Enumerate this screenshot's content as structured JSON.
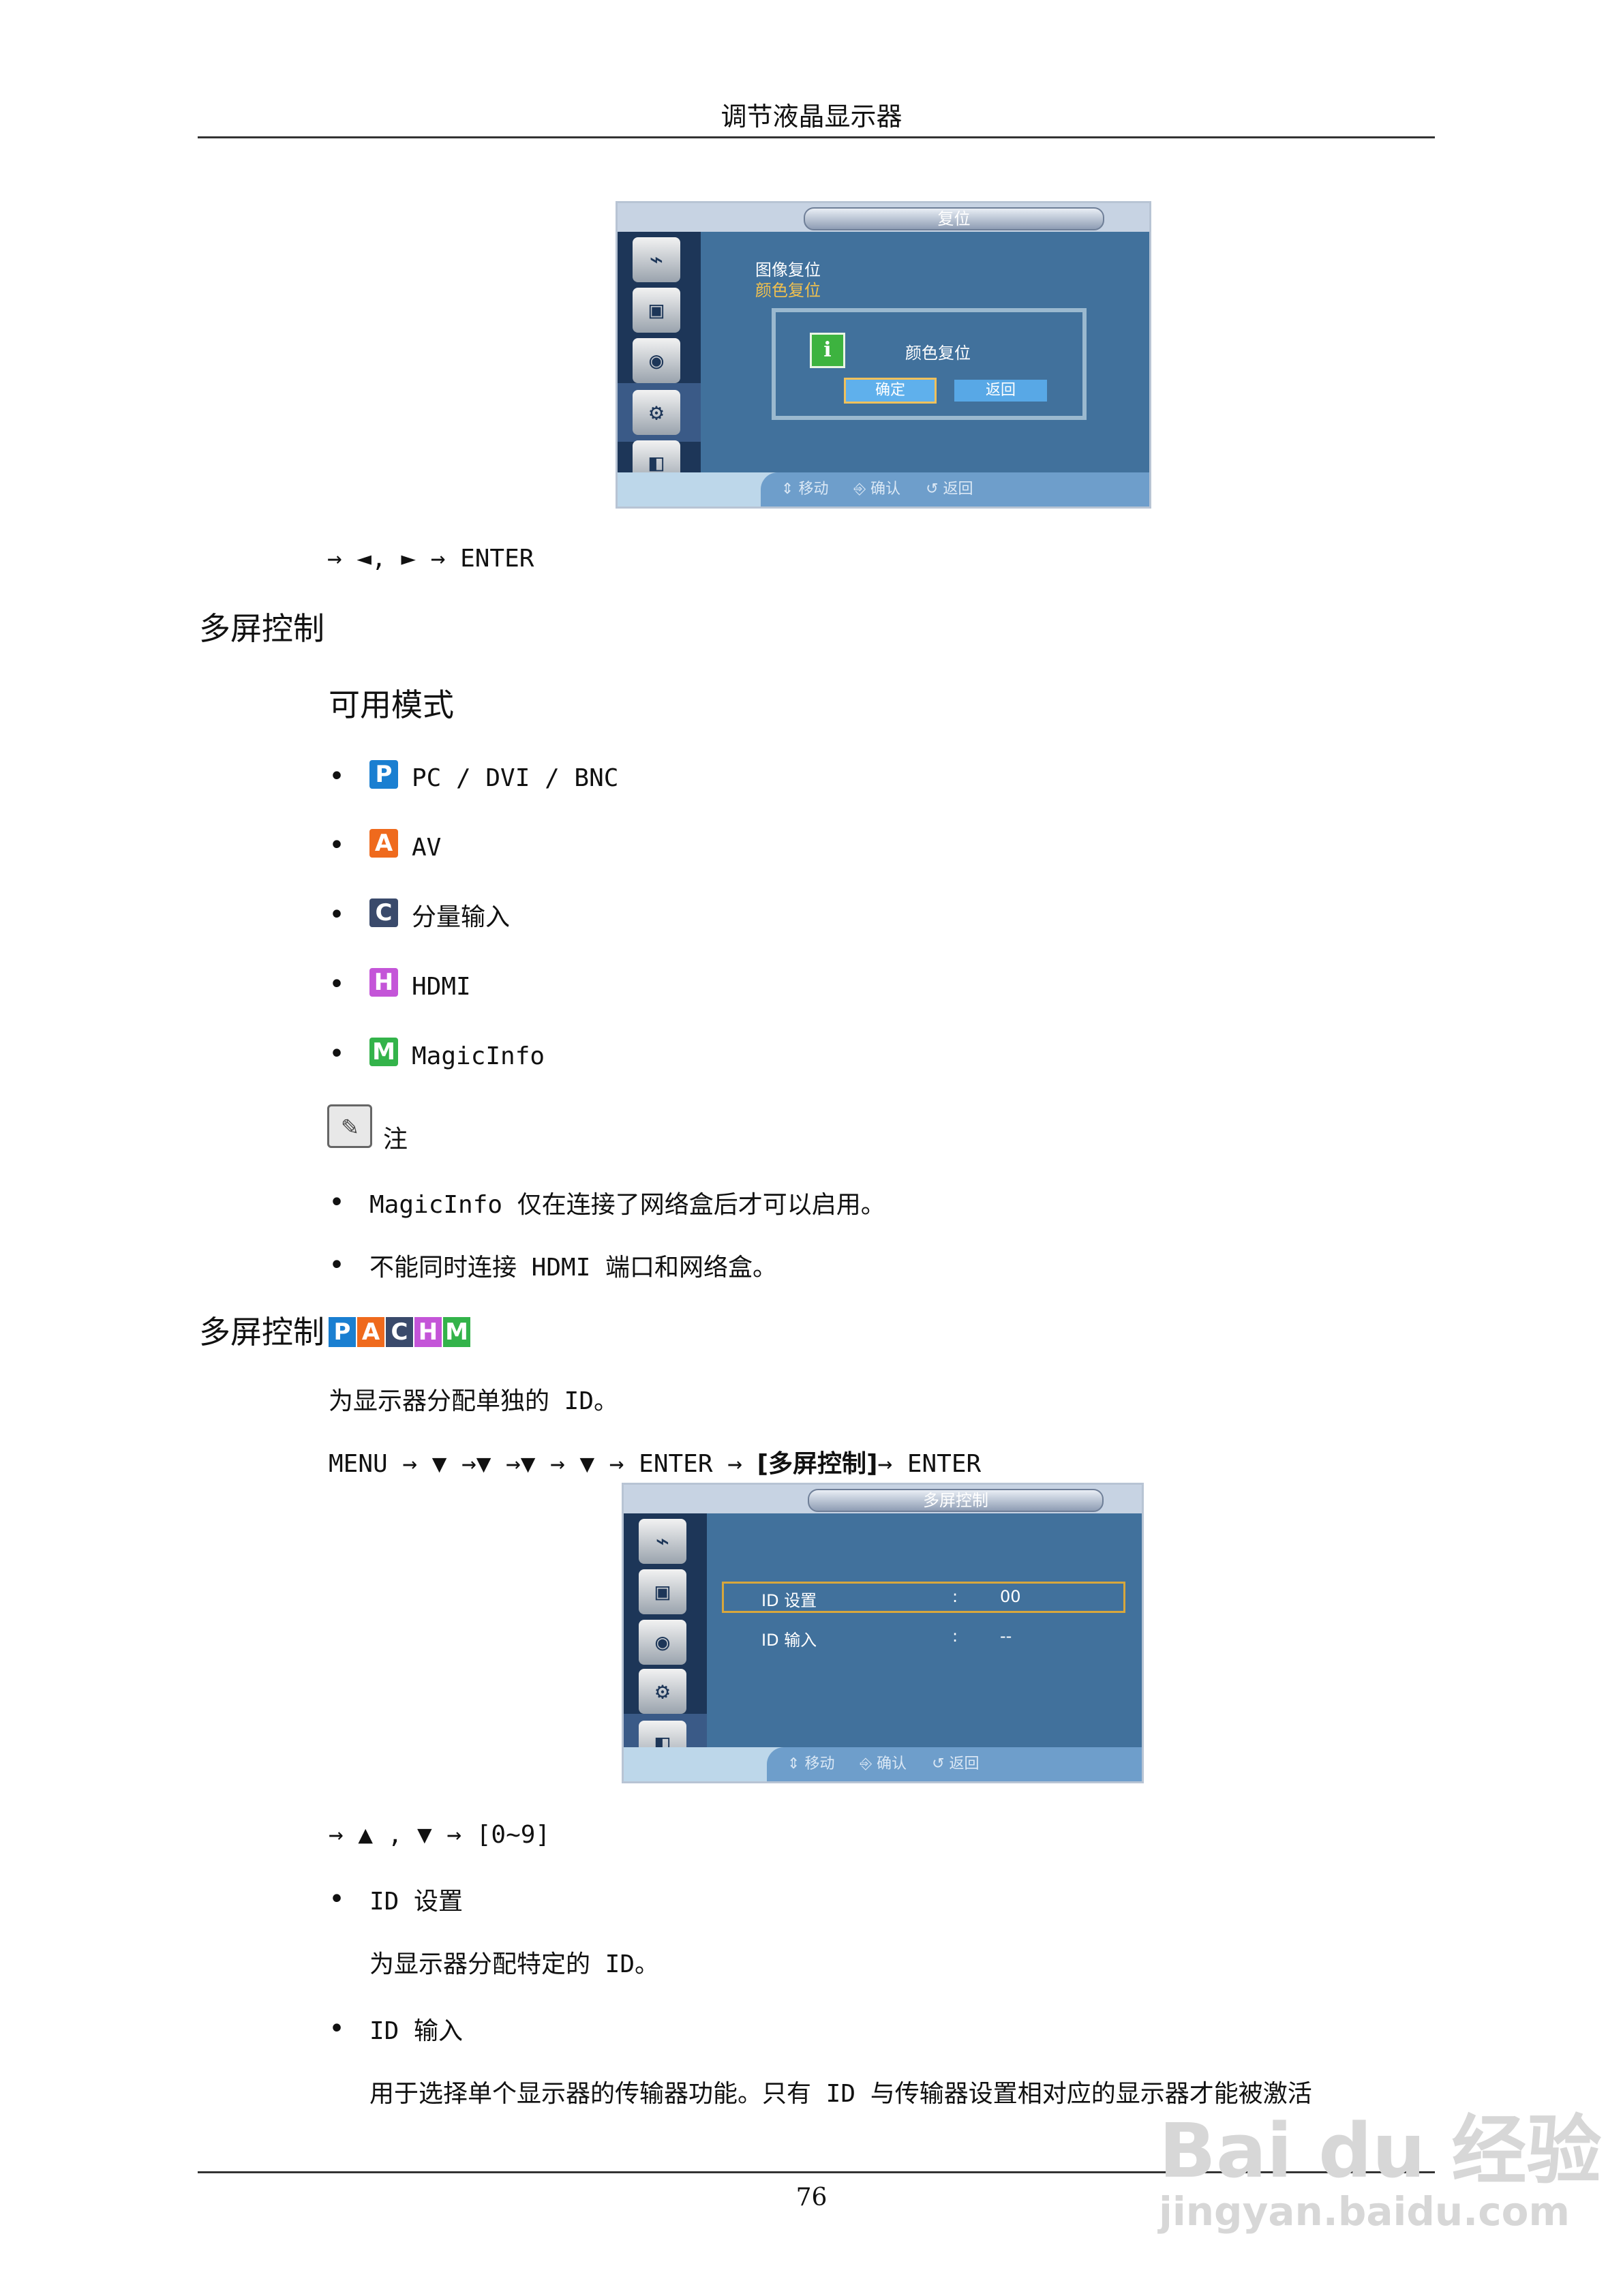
{
  "header": {
    "title": "调节液晶显示器"
  },
  "osd_reset": {
    "title": "复位",
    "items": [
      "图像复位",
      "颜色复位"
    ],
    "dialog_text": "颜色复位",
    "buttons": [
      "确定",
      "返回"
    ],
    "footer": [
      "移动",
      "确认",
      "返回"
    ]
  },
  "nav_reset": "→ ◄, ► → ENTER",
  "section1": {
    "title": "多屏控制",
    "modes_title": "可用模式",
    "modes": [
      {
        "badge": "P",
        "label": "PC / DVI / BNC",
        "color": "#1a7fd1"
      },
      {
        "badge": "A",
        "label": "AV",
        "color": "#ef6a1d"
      },
      {
        "badge": "C",
        "label": "分量输入",
        "color": "#3a4a6b"
      },
      {
        "badge": "H",
        "label": "HDMI",
        "color": "#c455d8"
      },
      {
        "badge": "M",
        "label": "MagicInfo",
        "color": "#33b34a"
      }
    ],
    "note_label": "注",
    "notes": [
      "MagicInfo 仅在连接了网络盒后才可以启用。",
      "不能同时连接 HDMI 端口和网络盒。"
    ]
  },
  "section2": {
    "title": "多屏控制",
    "badges": [
      "P",
      "A",
      "C",
      "H",
      "M"
    ],
    "desc": "为显示器分配单独的 ID。",
    "nav_before": "MENU → ▼ →▼ →▼ → ▼ → ENTER →",
    "nav_bold": "[多屏控制]",
    "nav_after": "→ ENTER"
  },
  "osd_multi": {
    "title": "多屏控制",
    "rows": [
      {
        "label": "ID 设置",
        "sep": ":",
        "value": "00"
      },
      {
        "label": "ID 输入",
        "sep": ":",
        "value": "--"
      }
    ],
    "footer": [
      "移动",
      "确认",
      "返回"
    ]
  },
  "nav_id": "→ ▲ , ▼ → [0~9]",
  "items": [
    {
      "title": "ID 设置",
      "desc": "为显示器分配特定的 ID。"
    },
    {
      "title": "ID 输入",
      "desc": "用于选择单个显示器的传输器功能。只有 ID 与传输器设置相对应的显示器才能被激活"
    }
  ],
  "page_number": "76",
  "watermark": {
    "brand": "Bai du 经验",
    "url": "jingyan.baidu.com"
  }
}
